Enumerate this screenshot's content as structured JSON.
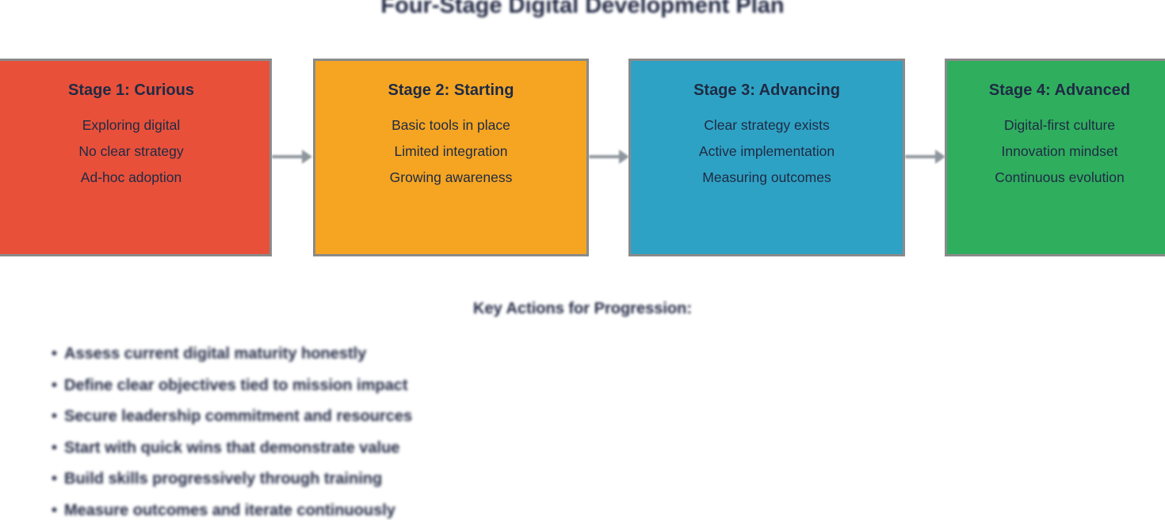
{
  "title": "Four-Stage Digital Development Plan",
  "colors": {
    "stage1": "#e8503a",
    "stage2": "#f5a522",
    "stage3": "#2ea2c4",
    "stage4": "#2fae5e",
    "box_border": "#8a8a8a",
    "arrow": "#8e959d",
    "text": "#232a45",
    "background": "#ffffff"
  },
  "stages": [
    {
      "title": "Stage 1: Curious",
      "items": [
        "Exploring digital",
        "No clear strategy",
        "Ad-hoc adoption"
      ]
    },
    {
      "title": "Stage 2: Starting",
      "items": [
        "Basic tools in place",
        "Limited integration",
        "Growing awareness"
      ]
    },
    {
      "title": "Stage 3: Advancing",
      "items": [
        "Clear strategy exists",
        "Active implementation",
        "Measuring outcomes"
      ]
    },
    {
      "title": "Stage 4: Advanced",
      "items": [
        "Digital-first culture",
        "Innovation mindset",
        "Continuous evolution"
      ]
    }
  ],
  "arrow_icon": "→",
  "key_actions": {
    "heading": "Key Actions for Progression:",
    "bullet_icon": "•",
    "bullets": [
      "Assess current digital maturity honestly",
      "Define clear objectives tied to mission impact",
      "Secure leadership commitment and resources",
      "Start with quick wins that demonstrate value",
      "Build skills progressively through training",
      "Measure outcomes and iterate continuously"
    ]
  }
}
